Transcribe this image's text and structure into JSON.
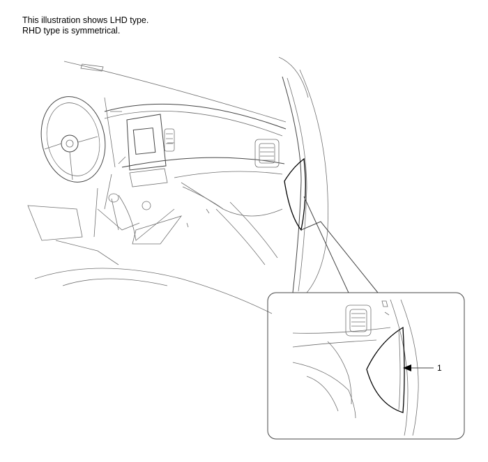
{
  "caption": {
    "line1": "This illustration shows LHD type.",
    "line2": "RHD type is symmetrical."
  },
  "callout": {
    "label": "1"
  }
}
